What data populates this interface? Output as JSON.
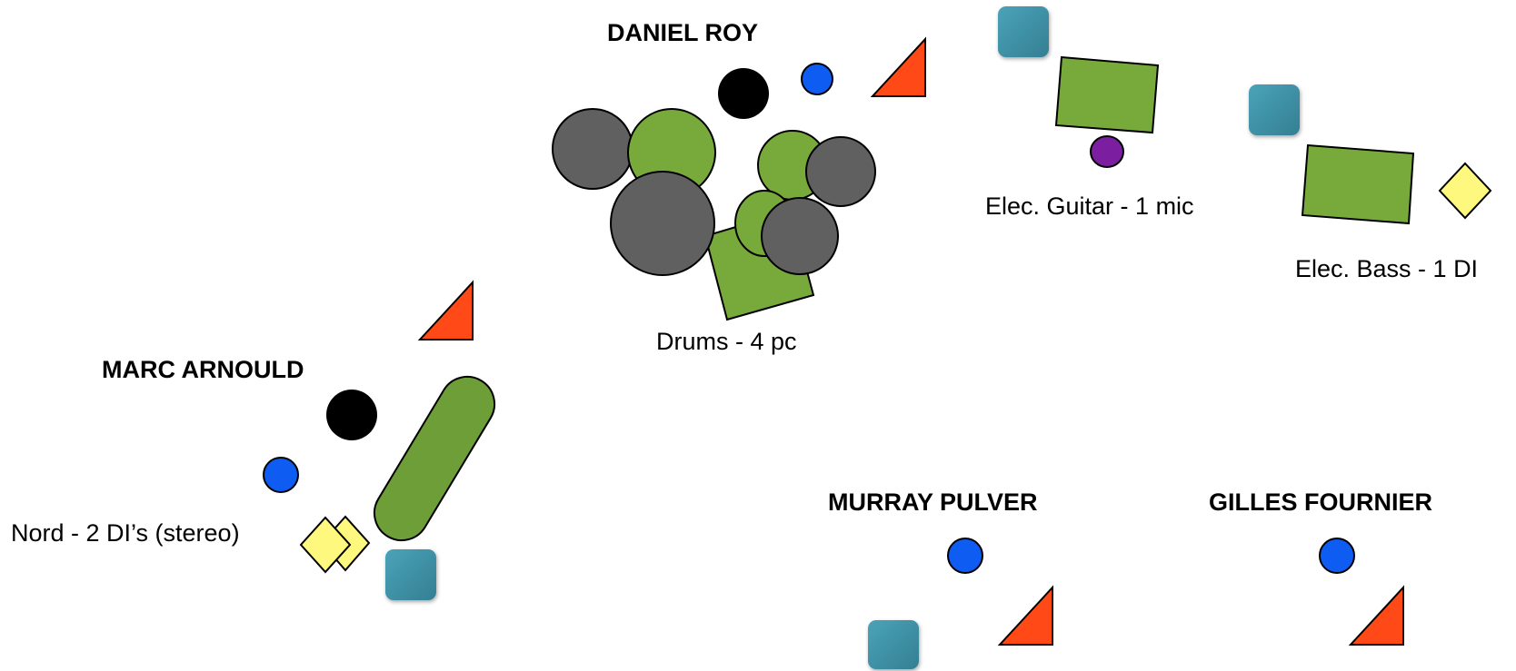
{
  "musicians": {
    "daniel": "DANIEL ROY",
    "marc": "MARC ARNOULD",
    "murray": "MURRAY PULVER",
    "gilles": "GILLES FOURNIER"
  },
  "labels": {
    "drums": "Drums - 4 pc",
    "guitar": "Elec. Guitar - 1 mic",
    "bass": "Elec. Bass - 1 DI",
    "nord": "Nord - 2 DI’s (stereo)"
  },
  "colors": {
    "amp_green": "#77aa3b",
    "keyboard_green": "#6e9e38",
    "drum_shell_gray": "#606060",
    "monitor_red": "#ff4a17",
    "di_yellow": "#fff87e",
    "power_teal": "#3e92a8",
    "vocal_mic_blue": "#0f5cf2",
    "stool_black": "#000000",
    "guitar_mic_purple": "#7b1fa0"
  }
}
